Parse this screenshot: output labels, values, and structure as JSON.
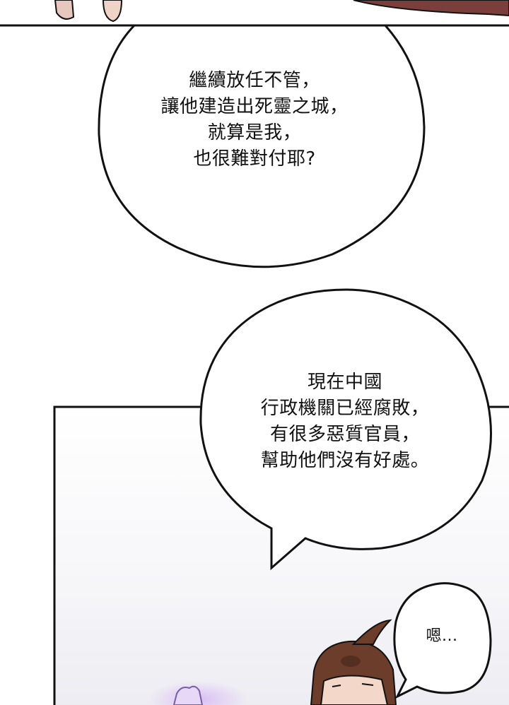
{
  "panel_top": {
    "bubble": {
      "lines": [
        "繼續放任不管，",
        "讓他建造出死靈之城，",
        "就算是我，",
        "也很難對付耶?"
      ]
    }
  },
  "panel_bottom": {
    "bubble_main": {
      "lines": [
        "現在中國",
        "行政機關已經腐敗，",
        "有很多惡質官員，",
        "幫助他們沒有好處。"
      ]
    },
    "bubble_small": {
      "text": "嗯..."
    }
  },
  "colors": {
    "outline": "#111111",
    "panel_bg": "#f4f4f8",
    "hair": "#6b3d2a",
    "skin": "#f3d7c8"
  }
}
